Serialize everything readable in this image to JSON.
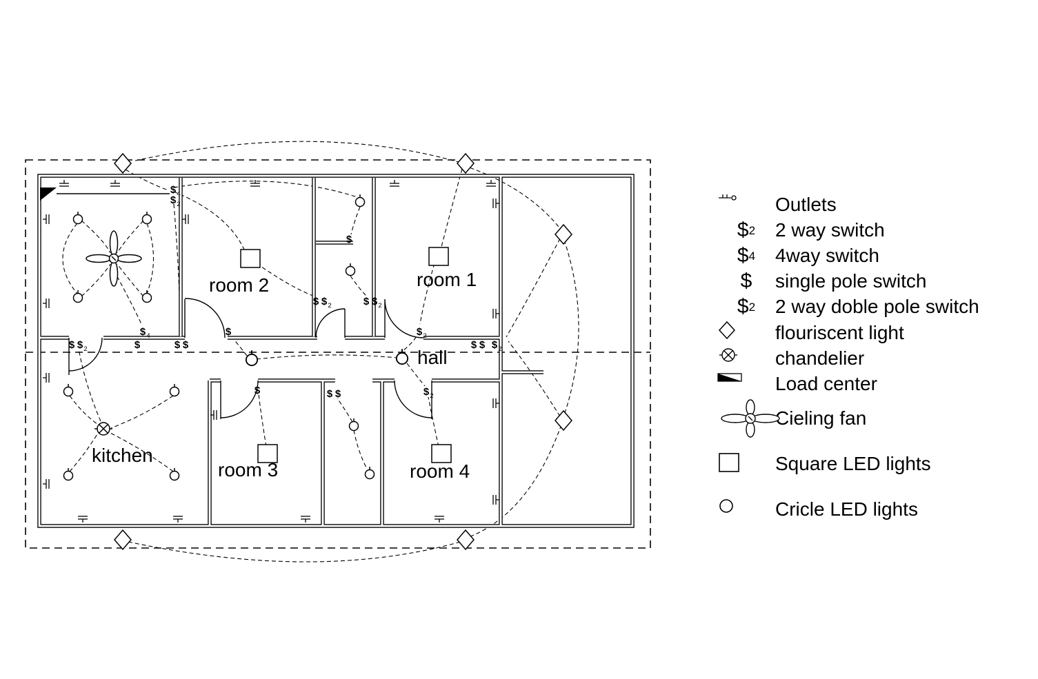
{
  "plan": {
    "rooms": {
      "room1": "room 1",
      "room2": "room 2",
      "room3": "room 3",
      "room4": "room 4",
      "hall": "hall",
      "kitchen": "kitchen"
    },
    "switch_labels": {
      "dollar": "$",
      "sub2": "2",
      "sub4": "4"
    },
    "symbols": {
      "fluorescent": "fluorescent-light-icon",
      "chandelier": "chandelier-icon",
      "ceiling_fan": "ceiling-fan-icon",
      "square_led": "square-led-light-icon",
      "circle_led": "circle-led-light-icon",
      "outlet": "outlet-icon",
      "load_center": "load-center-icon"
    }
  },
  "legend": {
    "items": [
      {
        "id": "outlets",
        "label": "Outlets",
        "icon": "outlet-icon",
        "symbol_text": "",
        "symbol_sub": ""
      },
      {
        "id": "switch-2way",
        "label": "2 way switch",
        "icon": "switch-symbol",
        "symbol_text": "$",
        "symbol_sub": "2"
      },
      {
        "id": "switch-4way",
        "label": "4way switch",
        "icon": "switch-symbol",
        "symbol_text": "$",
        "symbol_sub": "4"
      },
      {
        "id": "switch-single-pole",
        "label": "single pole switch",
        "icon": "switch-symbol",
        "symbol_text": "$",
        "symbol_sub": ""
      },
      {
        "id": "switch-2way-double-pole",
        "label": "2 way doble pole switch",
        "icon": "switch-symbol",
        "symbol_text": "$",
        "symbol_sub": "2"
      },
      {
        "id": "fluorescent-light",
        "label": "flouriscent light",
        "icon": "fluorescent-light-icon",
        "symbol_text": "",
        "symbol_sub": ""
      },
      {
        "id": "chandelier",
        "label": "chandelier",
        "icon": "chandelier-icon",
        "symbol_text": "",
        "symbol_sub": ""
      },
      {
        "id": "load-center",
        "label": "Load center",
        "icon": "load-center-icon",
        "symbol_text": "",
        "symbol_sub": ""
      },
      {
        "id": "ceiling-fan",
        "label": "Cieling fan",
        "icon": "ceiling-fan-icon",
        "symbol_text": "",
        "symbol_sub": ""
      },
      {
        "id": "square-led-lights",
        "label": "Square LED lights",
        "icon": "square-led-light-icon",
        "symbol_text": "",
        "symbol_sub": ""
      },
      {
        "id": "circle-led-lights",
        "label": "Cricle LED lights",
        "icon": "circle-led-light-icon",
        "symbol_text": "",
        "symbol_sub": ""
      }
    ]
  }
}
